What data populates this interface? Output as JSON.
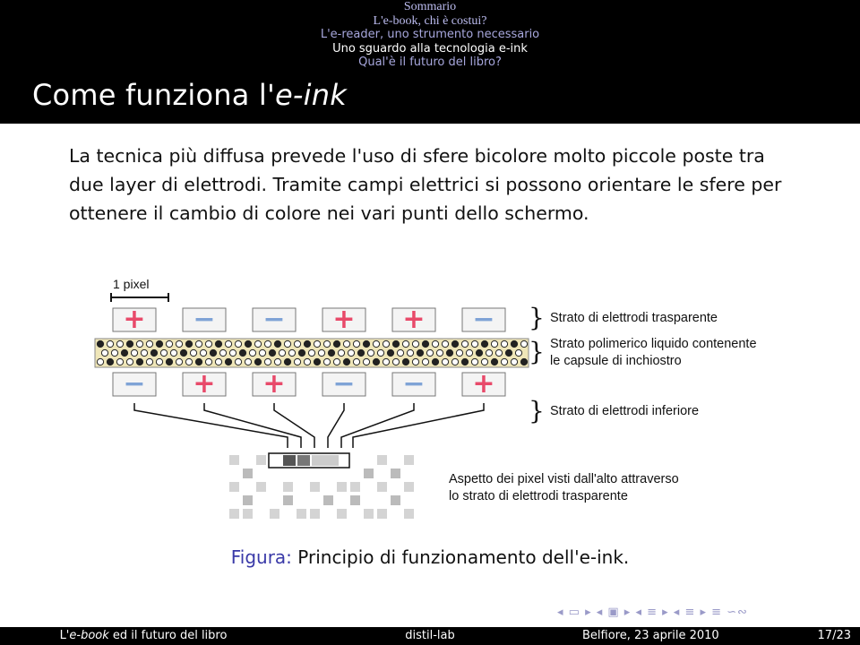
{
  "header": {
    "section": "Sommario",
    "subsections": [
      "L'e-book, chi è costui?",
      "L'e-reader, uno strumento necessario",
      "Uno sguardo alla tecnologia e-ink",
      "Qual'è il futuro del libro?"
    ],
    "active_index": 2
  },
  "frame": {
    "title_prefix": "Come funziona l'",
    "title_emph": "e-ink"
  },
  "body": {
    "paragraph": "La tecnica più diffusa prevede l'uso di sfere bicolore molto piccole poste tra due layer di elettrodi. Tramite campi elettrici si possono orientare le sfere per ottenere il cambio di colore nei vari punti dello schermo."
  },
  "figure": {
    "pixel_label": "1 pixel",
    "top_electrodes": [
      "+",
      "−",
      "−",
      "+",
      "+",
      "−"
    ],
    "bottom_electrodes": [
      "−",
      "+",
      "+",
      "−",
      "−",
      "+"
    ],
    "label_top": "Strato di elettrodi trasparente",
    "label_middle_1": "Strato polimerico liquido contenente",
    "label_middle_2": "le capsule di inchiostro",
    "label_bottom": "Strato di elettrodi inferiore",
    "label_pixels_1": "Aspetto dei pixel visti dall'alto attraverso",
    "label_pixels_2": "lo strato di elettrodi trasparente",
    "colors": {
      "plus": "#e84a6a",
      "minus": "#7fa3d6",
      "layer": "#efe6b8"
    }
  },
  "caption": {
    "prefix": "Figura:",
    "text": "Principio di funzionamento dell'e-ink."
  },
  "navsymbols": "◂ ▭ ▸ ◂ ▣ ▸ ◂ ≡ ▸ ◂ ≡ ▸ ≡ ∽∾",
  "footer": {
    "author_prefix": "L'",
    "author_ital": "e-book",
    "author_suffix": " ed il futuro del libro",
    "institute": "distil-lab",
    "date": "Belfiore, 23 aprile 2010",
    "page": "17/23"
  }
}
